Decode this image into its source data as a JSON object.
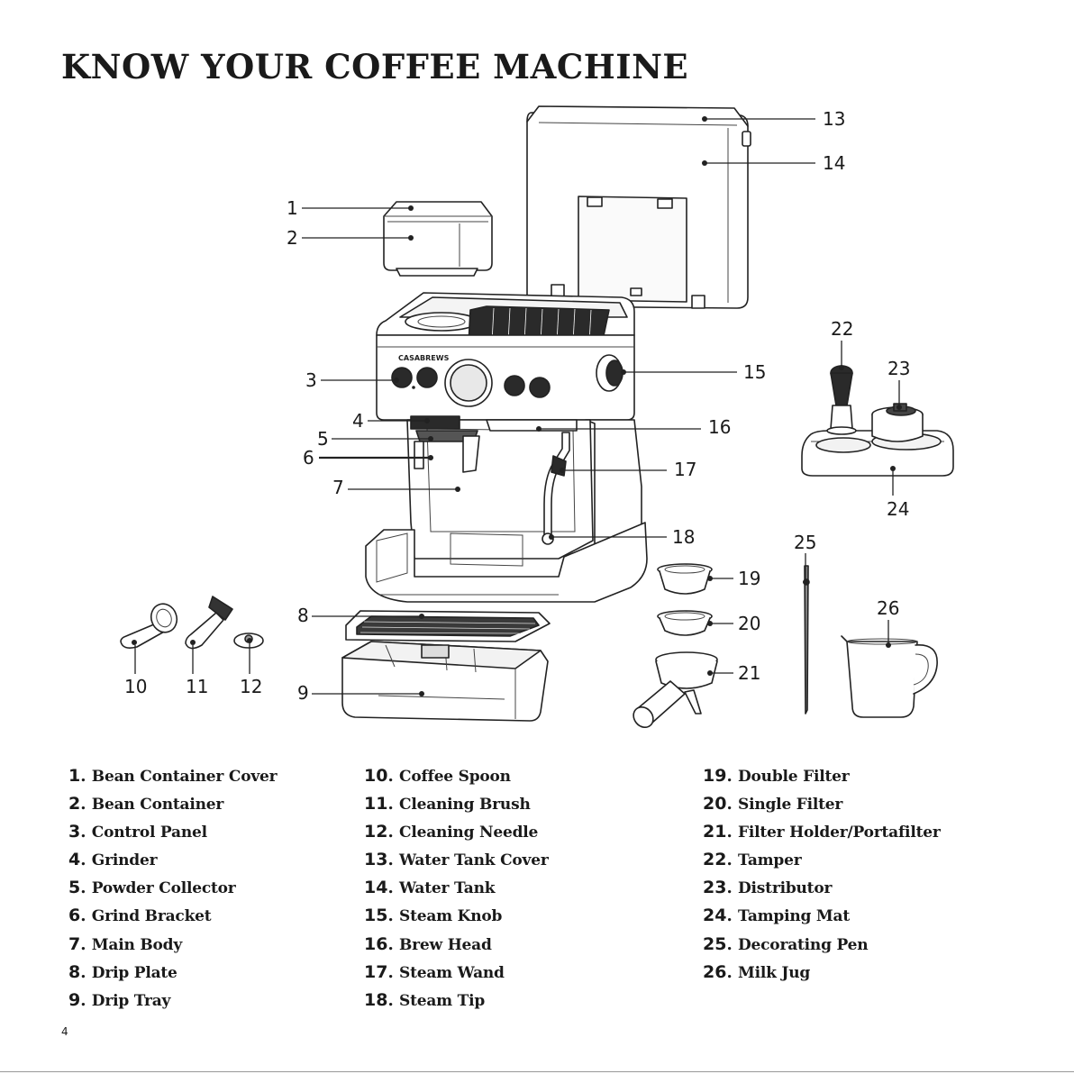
{
  "title": "KNOW YOUR COFFEE MACHINE",
  "brand": "CASABREWS",
  "page_number": "4",
  "parts": [
    {
      "num": "1",
      "name": "Bean Container Cover"
    },
    {
      "num": "2",
      "name": "Bean Container"
    },
    {
      "num": "3",
      "name": "Control Panel"
    },
    {
      "num": "4",
      "name": "Grinder"
    },
    {
      "num": "5",
      "name": "Powder Collector"
    },
    {
      "num": "6",
      "name": "Grind Bracket"
    },
    {
      "num": "7",
      "name": "Main Body"
    },
    {
      "num": "8",
      "name": "Drip Plate"
    },
    {
      "num": "9",
      "name": "Drip Tray"
    },
    {
      "num": "10",
      "name": "Coffee Spoon"
    },
    {
      "num": "11",
      "name": "Cleaning Brush"
    },
    {
      "num": "12",
      "name": "Cleaning Needle"
    },
    {
      "num": "13",
      "name": "Water Tank Cover"
    },
    {
      "num": "14",
      "name": "Water Tank"
    },
    {
      "num": "15",
      "name": "Steam Knob"
    },
    {
      "num": "16",
      "name": "Brew Head"
    },
    {
      "num": "17",
      "name": "Steam Wand"
    },
    {
      "num": "18",
      "name": "Steam Tip"
    },
    {
      "num": "19",
      "name": "Double Filter"
    },
    {
      "num": "20",
      "name": "Single Filter"
    },
    {
      "num": "21",
      "name": "Filter Holder/Portafilter"
    },
    {
      "num": "22",
      "name": "Tamper"
    },
    {
      "num": "23",
      "name": "Distributor"
    },
    {
      "num": "24",
      "name": "Tamping Mat"
    },
    {
      "num": "25",
      "name": "Decorating Pen"
    },
    {
      "num": "26",
      "name": "Milk Jug"
    }
  ],
  "colors": {
    "ink": "#1a1a1a",
    "background": "#ffffff",
    "accent_dark": "#2a2a2a"
  }
}
